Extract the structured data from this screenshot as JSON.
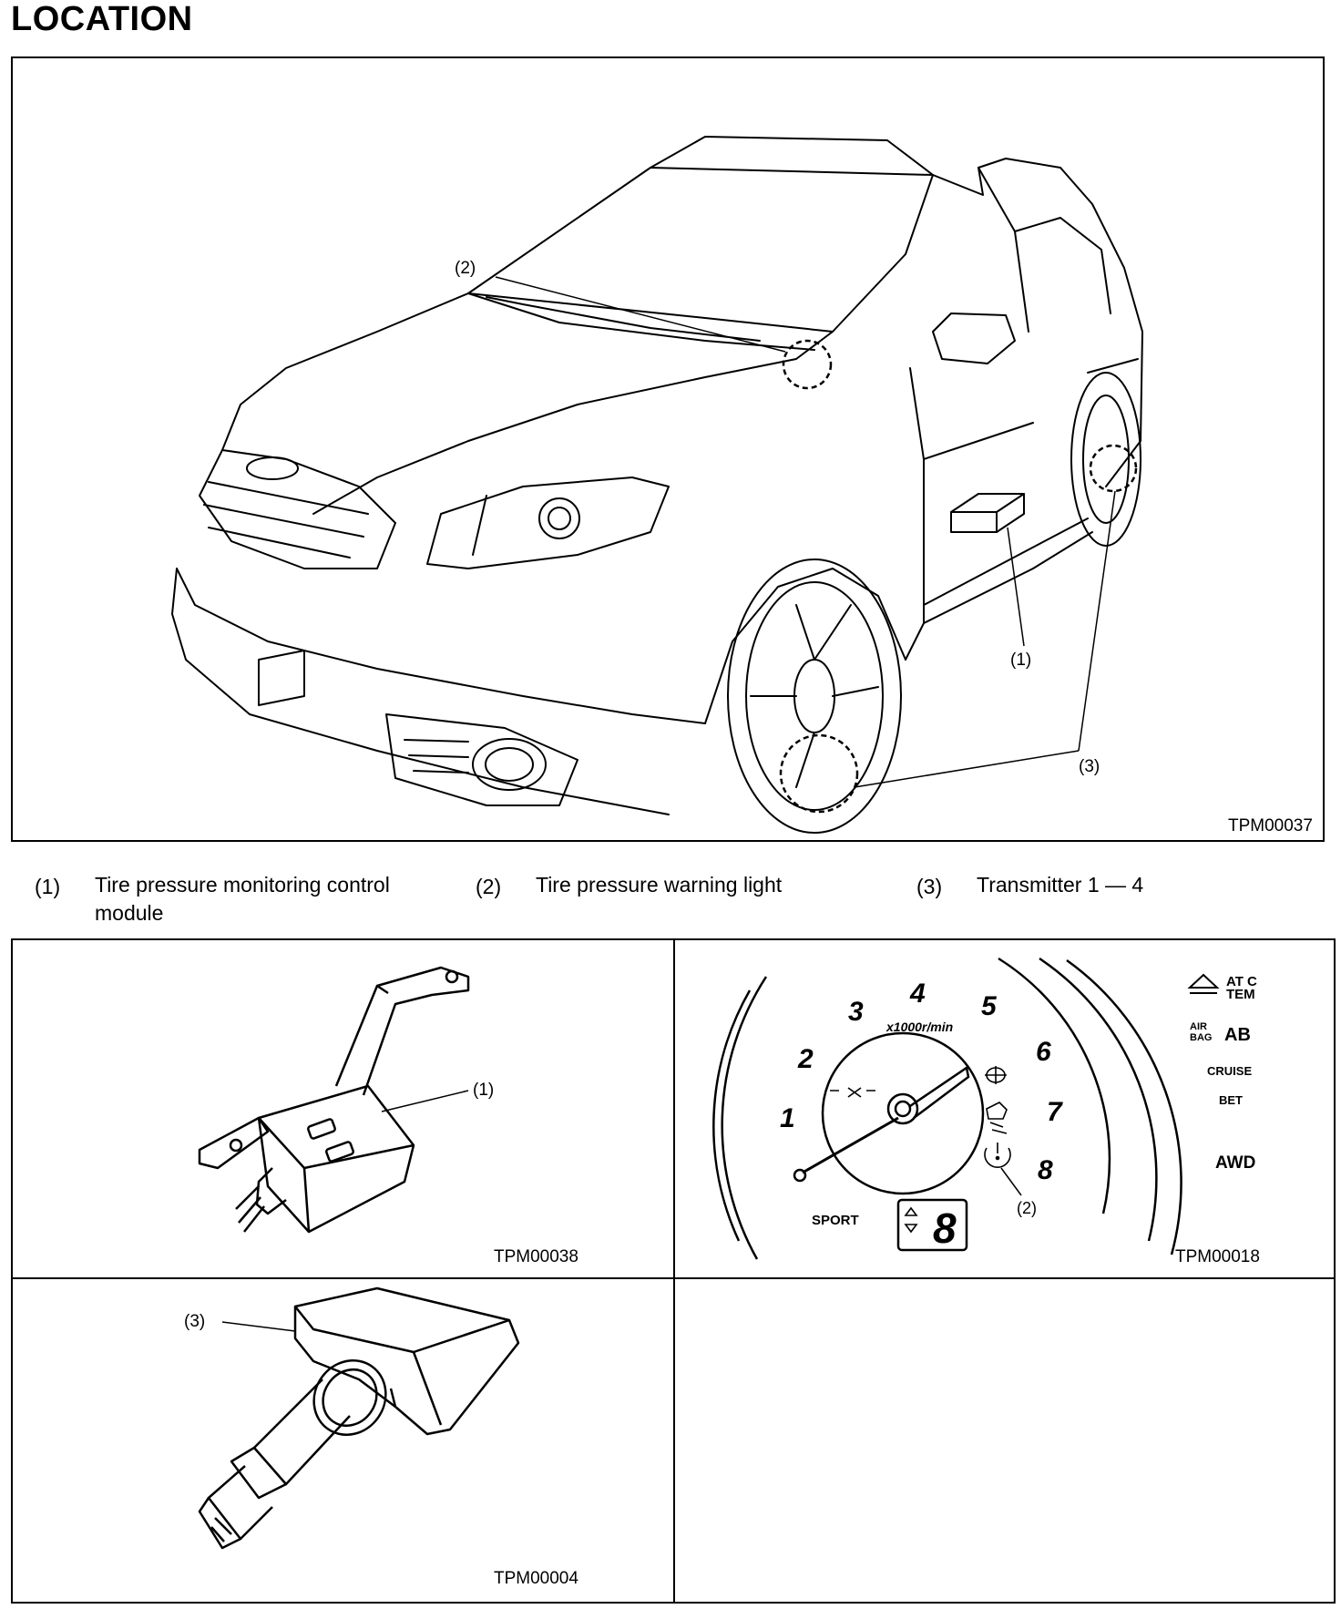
{
  "page": {
    "title": "LOCATION"
  },
  "main_figure": {
    "code": "TPM00037",
    "callouts": [
      "(1)",
      "(2)",
      "(3)"
    ]
  },
  "legend": [
    {
      "num": "(1)",
      "text": "Tire pressure monitoring control module"
    },
    {
      "num": "(2)",
      "text": "Tire pressure warning light"
    },
    {
      "num": "(3)",
      "text": "Transmitter 1 — 4"
    }
  ],
  "panels": {
    "module": {
      "code": "TPM00038",
      "callout": "(1)"
    },
    "meter": {
      "code": "TPM00018",
      "callout": "(2)",
      "digits": [
        "1",
        "2",
        "3",
        "4",
        "5",
        "6",
        "7",
        "8"
      ],
      "unit": "x1000r/min",
      "sport": "SPORT",
      "gear": "8",
      "indicators": {
        "atc": "AT C",
        "tem": "TEM",
        "air": "AIR",
        "bag": "BAG",
        "ab": "AB",
        "cruise": "CRUISE",
        "bet": "BET",
        "awd": "AWD"
      }
    },
    "transmitter": {
      "code": "TPM00004",
      "callout": "(3)"
    }
  }
}
